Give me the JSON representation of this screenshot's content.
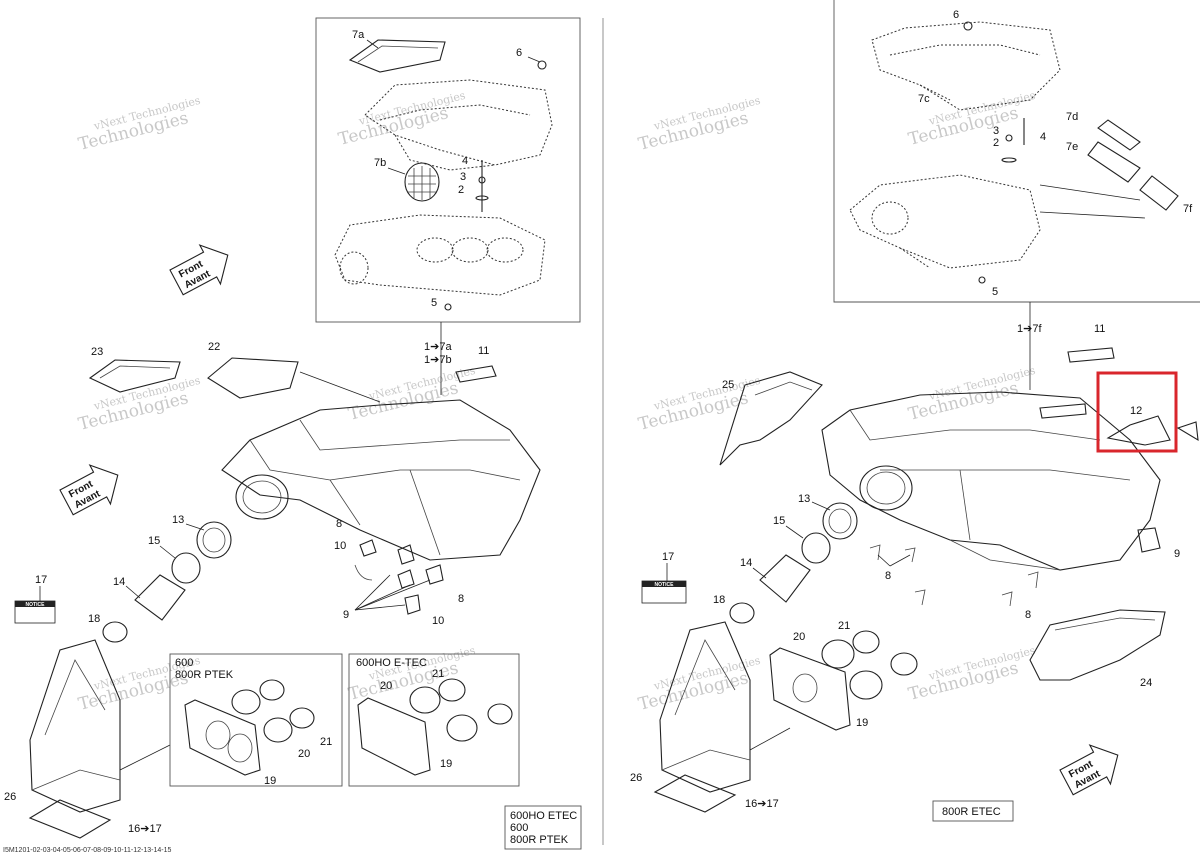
{
  "watermark": "vNext Technologies",
  "front_label_1": "Front",
  "front_label_2": "Avant",
  "left_panel": {
    "detail_labels": [
      "7a",
      "6",
      "7b",
      "4",
      "3",
      "2",
      "5"
    ],
    "callout_1": "1➔7a",
    "callout_2": "1➔7b",
    "part_labels": [
      "23",
      "22",
      "11",
      "13",
      "15",
      "14",
      "17",
      "18",
      "8",
      "10",
      "9",
      "8",
      "10",
      "16➔17",
      "26"
    ],
    "notice": "NOTICE",
    "box_600_line1": "600",
    "box_600_line2": "800R PTEK",
    "box_600_labels": [
      "19",
      "20",
      "21"
    ],
    "box_600ho_title": "600HO E-TEC",
    "box_600ho_labels": [
      "20",
      "21",
      "19"
    ],
    "model_line1": "600HO ETEC",
    "model_line2": "600",
    "model_line3": "800R PTEK"
  },
  "right_panel": {
    "detail_labels": [
      "6",
      "7c",
      "3",
      "4",
      "2",
      "7d",
      "7e",
      "7f",
      "5"
    ],
    "callout": "1➔7f",
    "part_labels": [
      "11",
      "25",
      "12",
      "13",
      "15",
      "14",
      "17",
      "18",
      "20",
      "21",
      "19",
      "9",
      "8",
      "8",
      "24",
      "26",
      "16➔17"
    ],
    "notice": "NOTICE",
    "model": "800R ETEC",
    "highlight_color": "#d9262c"
  },
  "footer_code": "I5M1201-02-03-04-05-06-07-08-09-10-11-12-13-14-15"
}
